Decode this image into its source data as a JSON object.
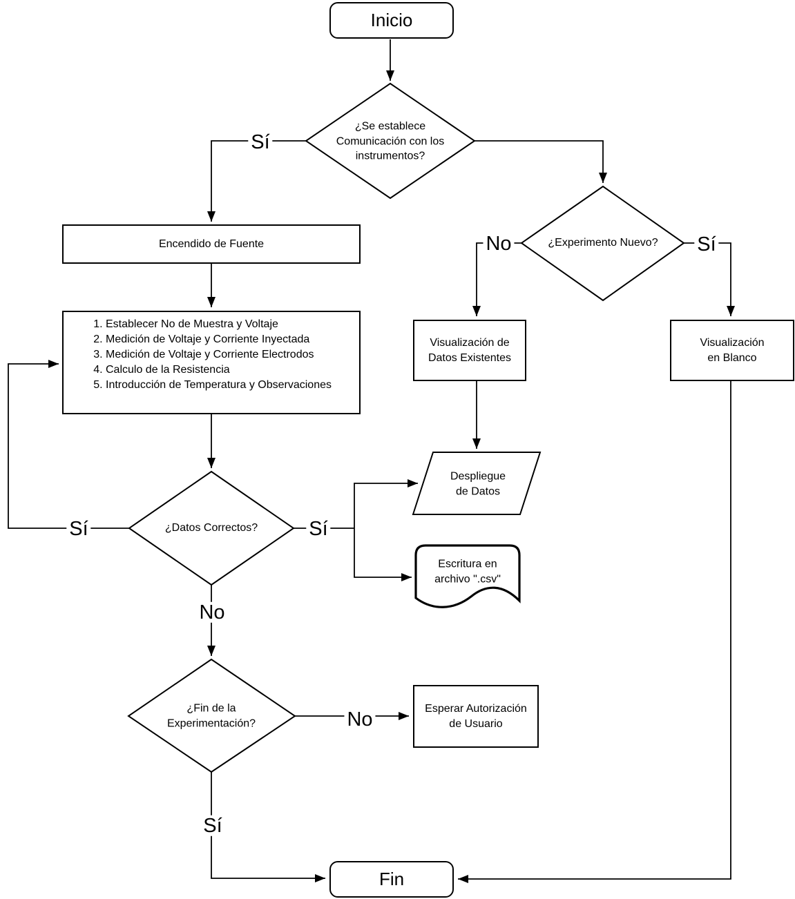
{
  "diagram": {
    "colors": {
      "stroke": "#000000",
      "background": "#ffffff"
    },
    "nodes": {
      "inicio": {
        "label": "Inicio"
      },
      "comunicacion": {
        "label": "¿Se establece\nComunicación con los\ninstrumentos?"
      },
      "encendido": {
        "label": "Encendido de Fuente"
      },
      "pasos": {
        "steps": [
          "Establecer No de Muestra y Voltaje",
          "Medición de Voltaje y Corriente Inyectada",
          "Medición de Voltaje y Corriente Electrodos",
          "Calculo de la Resistencia",
          "Introducción de Temperatura y Observaciones"
        ]
      },
      "experimento_nuevo": {
        "label": "¿Experimento Nuevo?"
      },
      "visualizacion_datos": {
        "label": "Visualización de\nDatos Existentes"
      },
      "visualizacion_blanco": {
        "label": "Visualización\nen Blanco"
      },
      "datos_correctos": {
        "label": "¿Datos Correctos?"
      },
      "despliegue": {
        "label": "Despliegue\nde Datos"
      },
      "escritura": {
        "label": "Escritura en\narchivo \".csv\""
      },
      "fin_experimentacion": {
        "label": "¿Fin de la\nExperimentación?"
      },
      "esperar": {
        "label": "Esperar Autorización\nde Usuario"
      },
      "fin": {
        "label": "Fin"
      }
    },
    "edge_labels": {
      "si_comunicacion": "Sí",
      "no_experimento": "No",
      "si_experimento": "Sí",
      "si_datos_loop": "Sí",
      "si_datos_out": "Sí",
      "no_datos": "No",
      "no_fin_exp": "No",
      "si_fin_exp": "Sí"
    }
  }
}
